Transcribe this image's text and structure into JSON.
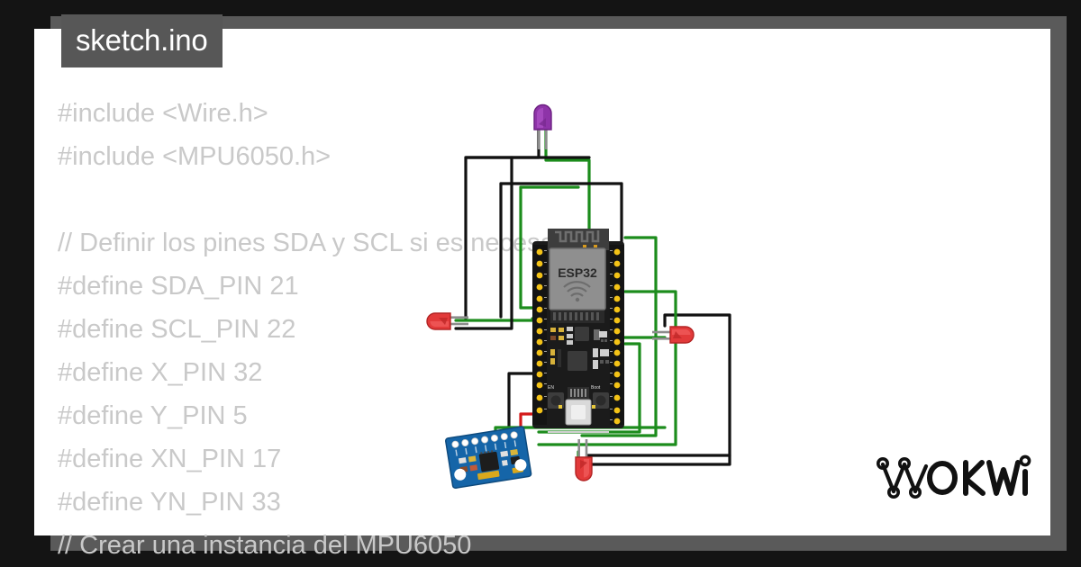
{
  "window": {
    "background_color": "#141414",
    "shadow_color": "#5a5a5a",
    "panel_color": "#ffffff"
  },
  "file_tab": {
    "label": "sketch.ino",
    "background_color": "#575757",
    "text_color": "#ffffff"
  },
  "editor": {
    "text_color": "#c9c9c9",
    "lines": [
      "#include <Wire.h>",
      "#include <MPU6050.h>",
      "",
      "// Definir los pines SDA y SCL si es necesario",
      "#define SDA_PIN 21",
      "#define SCL_PIN 22",
      "#define X_PIN 32",
      "#define Y_PIN 5",
      "#define XN_PIN 17",
      "#define YN_PIN 33",
      "// Crear una instancia del MPU6050"
    ]
  },
  "circuit": {
    "board": {
      "name": "ESP32",
      "label": "ESP32",
      "type": "esp32-devkit-v1",
      "body_color": "#1b1b1b",
      "shield_color": "#8a8a8a",
      "pin_color": "#f4c317",
      "button_labels": [
        "EN",
        "Boot"
      ],
      "left_pin_labels": [
        "VIN",
        "GND",
        "D13",
        "D12",
        "D14",
        "D27",
        "D26",
        "D25",
        "D33",
        "D32",
        "D35",
        "D34",
        "VN",
        "VP",
        "EN"
      ],
      "right_pin_labels": [
        "D23",
        "D22",
        "TX0",
        "RX0",
        "D21",
        "GND",
        "D19",
        "D18",
        "D5",
        "TX2",
        "RX2",
        "D4",
        "D2",
        "D15",
        "GND",
        "3V3"
      ]
    },
    "sensor": {
      "name": "MPU6050",
      "type": "mpu6050",
      "pcb_color": "#1565a8",
      "pin_labels": [
        "VCC",
        "GND",
        "SCL",
        "SDA",
        "XDA",
        "XCL",
        "ADO",
        "INT"
      ]
    },
    "leds": [
      {
        "name": "led-purple-top",
        "color": "#9b3fb5",
        "orientation": "up"
      },
      {
        "name": "led-red-left",
        "color": "#e23a3a",
        "orientation": "left"
      },
      {
        "name": "led-red-right",
        "color": "#e23a3a",
        "orientation": "right"
      },
      {
        "name": "led-red-bottom",
        "color": "#e23a3a",
        "orientation": "down"
      }
    ],
    "wires": {
      "signal_color": "#1c8c1c",
      "ground_color": "#111111",
      "power_color": "#d41919"
    }
  },
  "branding": {
    "logo_text": "WOKWi",
    "logo_color": "#111111"
  }
}
